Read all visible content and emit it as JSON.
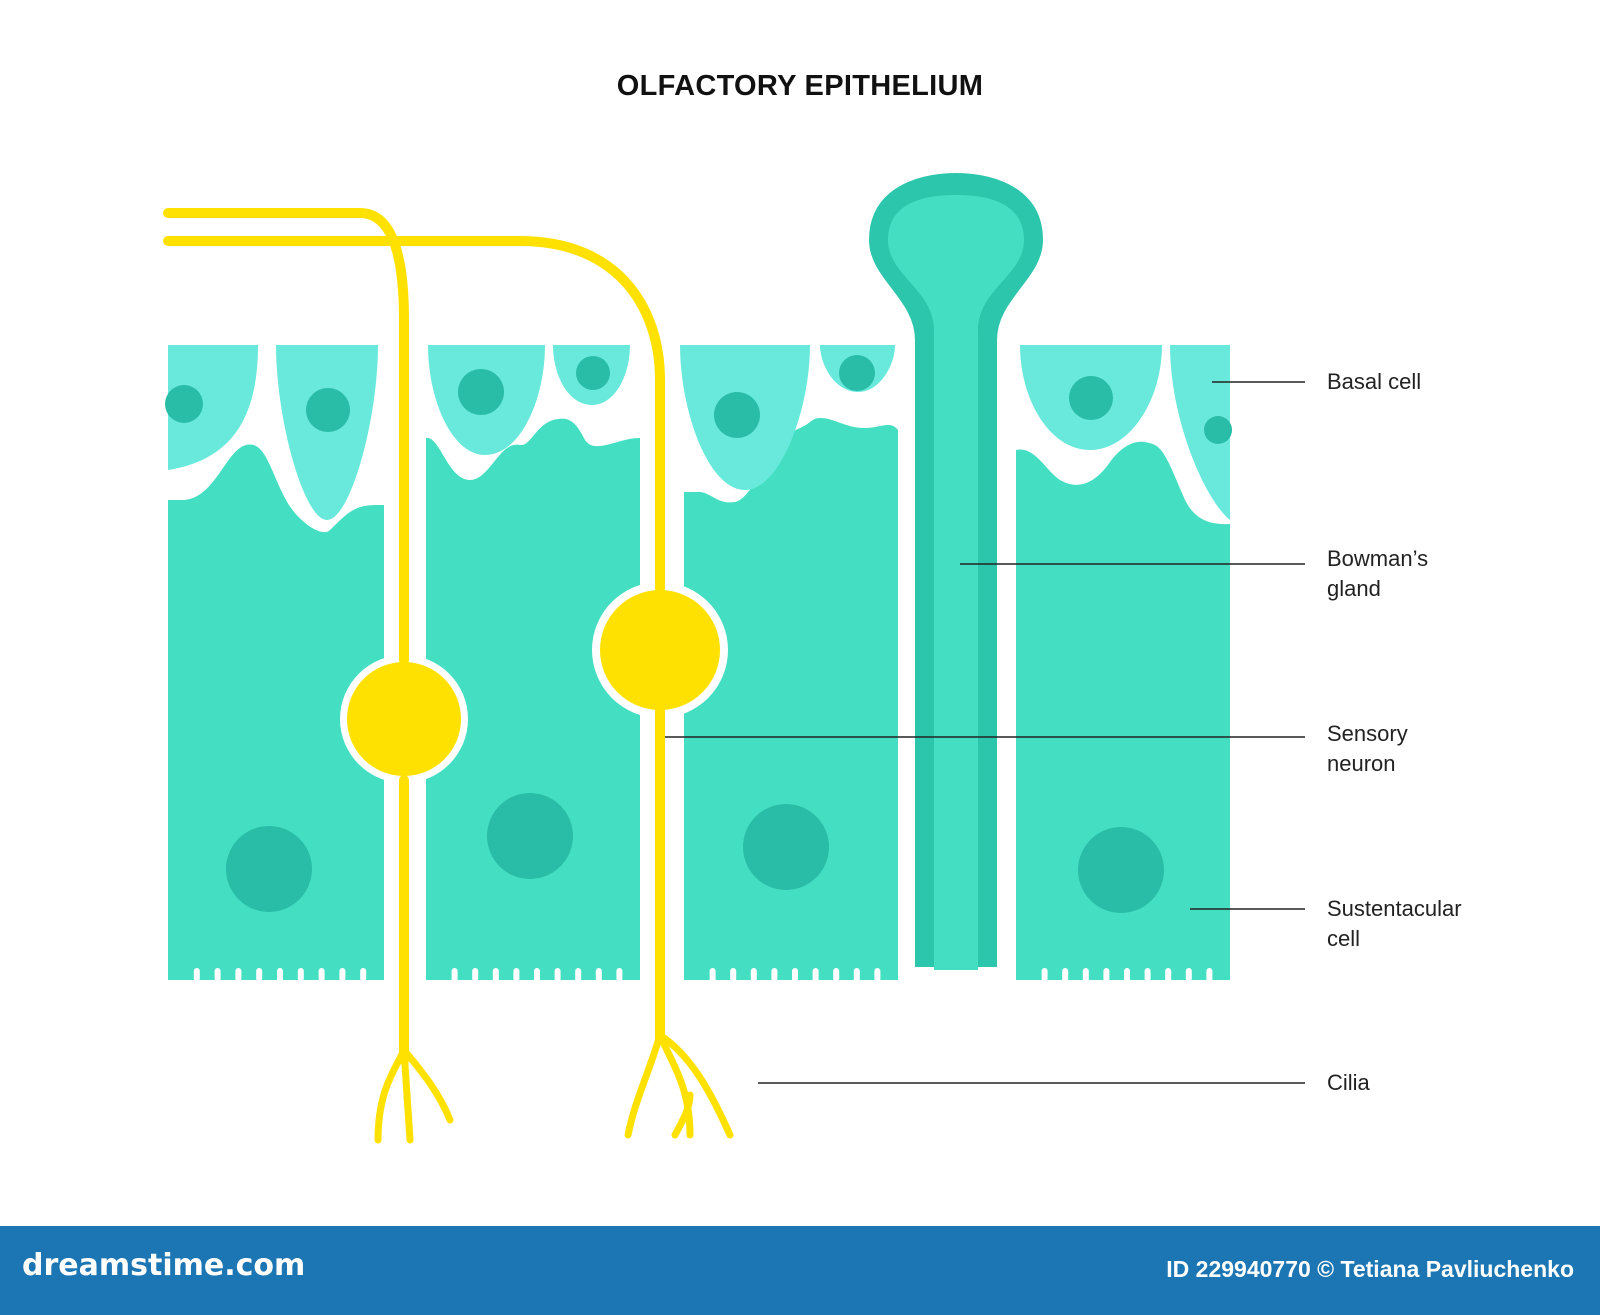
{
  "title": "OLFACTORY EPITHELIUM",
  "colors": {
    "sustentacular": "#44dfc2",
    "basal": "#68e9dc",
    "nucleus": "#29bca7",
    "gland_outer": "#2cc6ad",
    "gland_inner": "#44dfc2",
    "neuron": "#ffe100",
    "footer": "#1d76b4",
    "label_line": "#222222"
  },
  "labels": {
    "basal_cell": [
      "Basal cell"
    ],
    "bowmans_gland": [
      "Bowman’s",
      "gland"
    ],
    "sensory_neuron": [
      "Sensory",
      "neuron"
    ],
    "sustentacular_cell": [
      "Sustentacular",
      "cell"
    ],
    "cilia": [
      "Cilia"
    ]
  },
  "footer": {
    "brand": "dreamstime.com",
    "credit": "ID 229940770 © Tetiana Pavliuchenko"
  }
}
